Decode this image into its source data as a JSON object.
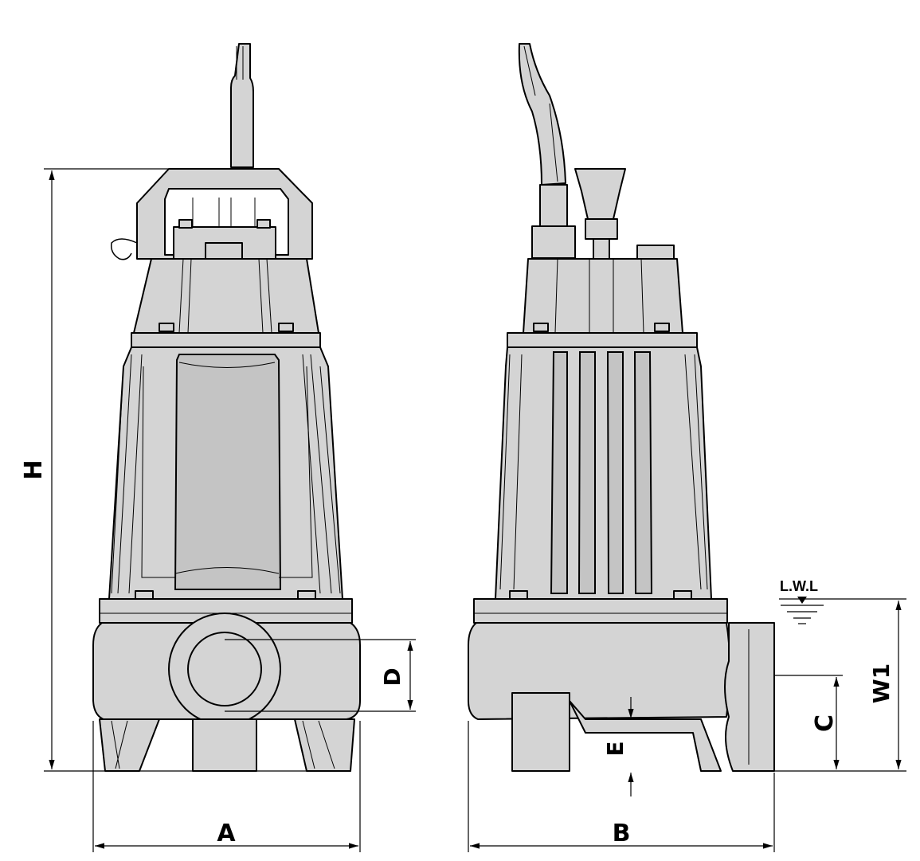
{
  "dimensions": {
    "height": "H",
    "width_front": "A",
    "width_side": "B",
    "discharge_diameter": "D",
    "inlet_clearance": "E",
    "discharge_height": "C",
    "water_level_height": "W1",
    "water_level": "L.W.L"
  },
  "colors": {
    "body_fill": "#d4d4d4",
    "line": "#000000",
    "background": "#ffffff"
  }
}
